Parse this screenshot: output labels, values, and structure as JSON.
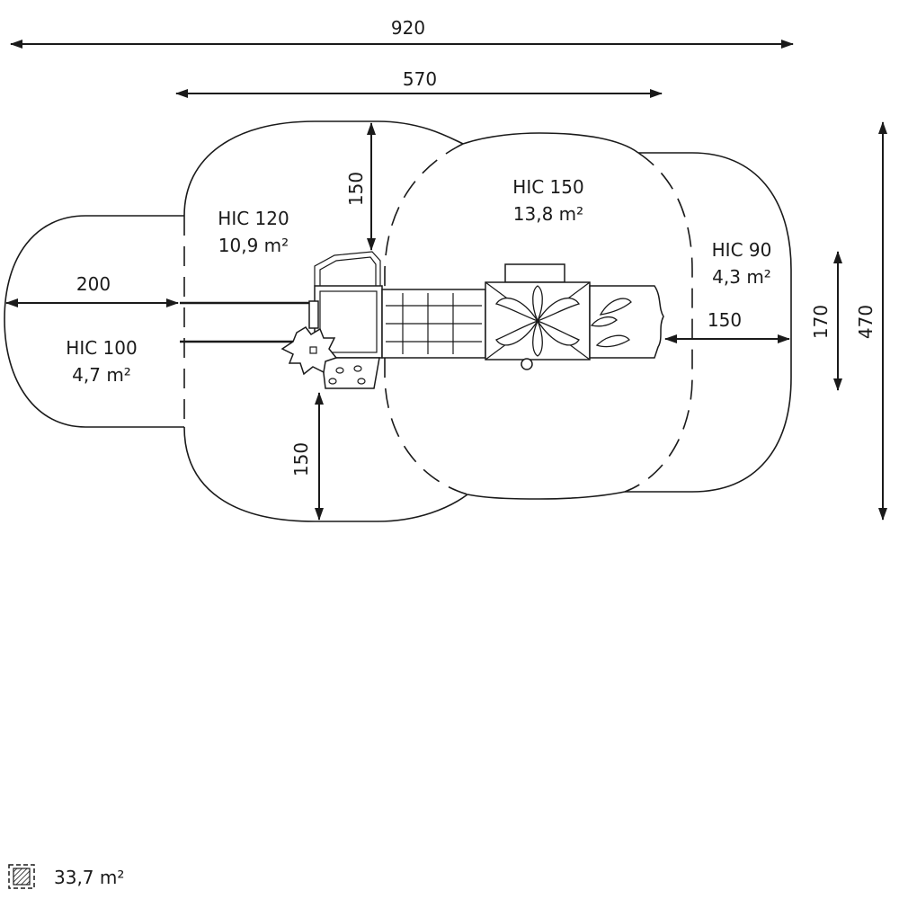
{
  "dimensions": {
    "total_width": "920",
    "inner_width": "570",
    "total_depth": "470",
    "center_depth": "170",
    "top_clearance": "150",
    "bottom_clearance": "150",
    "left_clearance": "200",
    "right_clearance": "150"
  },
  "zones": [
    {
      "hic": "HIC 100",
      "area": "4,7 m²"
    },
    {
      "hic": "HIC 120",
      "area": "10,9 m²"
    },
    {
      "hic": "HIC 150",
      "area": "13,8 m²"
    },
    {
      "hic": "HIC 90",
      "area": "4,3 m²"
    }
  ],
  "legend": {
    "total_area": "33,7 m²",
    "icon": "hatched-area-icon"
  }
}
